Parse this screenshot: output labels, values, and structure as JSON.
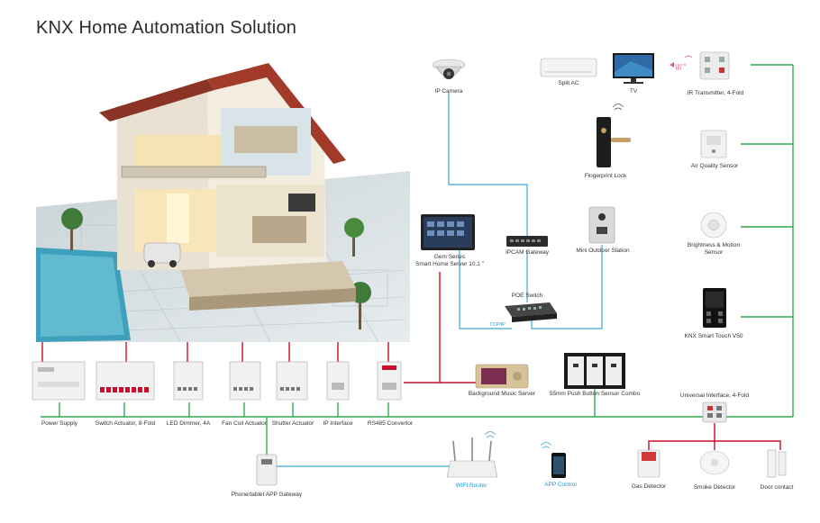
{
  "title": "KNX Home Automation Solution",
  "colors": {
    "knx_bus": "#2fa84f",
    "ethernet": "#3aa6d8",
    "rs485": "#c8102e",
    "alarm": "#c8102e"
  },
  "bus_devices": [
    {
      "label": "Power Supply"
    },
    {
      "label": "Switch Actuator, 8-Fold"
    },
    {
      "label": "LED Dimmer, 4A"
    },
    {
      "label": "Fan Coil Actuator"
    },
    {
      "label": "Shutter Actuator"
    },
    {
      "label": "IP Interface"
    },
    {
      "label": "RS485 Convertor"
    }
  ],
  "network": {
    "ip_camera": "IP Camera",
    "split_ac": "Split AC",
    "tv": "TV",
    "ir_transmitter": "IR Transmitter, 4-Fold",
    "ir_tag": "IR",
    "fingerprint_lock": "Fingerprint  Lock",
    "ipcam_gateway": "IPCAM Gateway",
    "mini_outdoor_station": "Mini Outdoor Station",
    "gem_series_line1": "Gem Series",
    "gem_series_line2": "Smart Home Server 10.1 \"",
    "poe_switch": "POE Switch",
    "tcpip": "TCP/IP",
    "background_music_server": "Background Music Server",
    "push_button": "55mm Push Button Sensor Combo",
    "universal_interface": "Universal Interface, 4-Fold",
    "phone_gateway": "Phone/tablet APP Gateway",
    "wifi_router": "WIFI Router",
    "app_control": "APP Control"
  },
  "sensors": {
    "air_quality": "Air Quality Sensor",
    "brightness_line1": "Brightness & Motion",
    "brightness_line2": "Sensor",
    "smart_touch": "KNX Smart Touch V50"
  },
  "alarms": {
    "gas": "Gas Detector",
    "smoke": "Smoke Detector",
    "door": "Door contact"
  }
}
